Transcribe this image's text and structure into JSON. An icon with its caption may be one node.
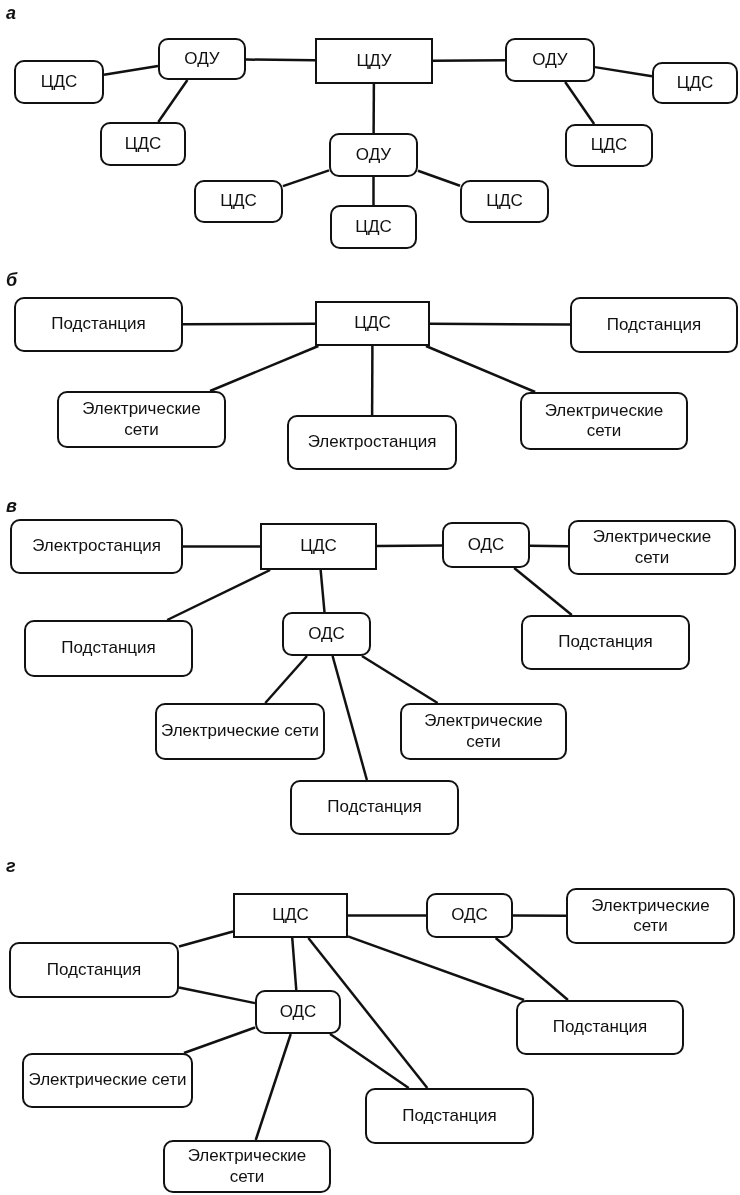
{
  "diagram": {
    "nodes": [
      {
        "text": [
          "ЦДУ"
        ]
      },
      {
        "text": [
          "ОДУ"
        ]
      },
      {
        "text": [
          "ЦДС"
        ]
      },
      {
        "text": [
          "ЦДС"
        ]
      },
      {
        "text": [
          "ОДУ"
        ]
      },
      {
        "text": [
          "ЦДС"
        ]
      },
      {
        "text": [
          "ЦДС"
        ]
      },
      {
        "text": [
          "ОДУ"
        ]
      },
      {
        "text": [
          "ЦДС"
        ]
      },
      {
        "text": [
          "ЦДС"
        ]
      },
      {
        "text": [
          "ЦДС"
        ]
      },
      {
        "text": [
          "ЦДС"
        ]
      },
      {
        "text": [
          "Подстанция"
        ]
      },
      {
        "text": [
          "Подстанция"
        ]
      },
      {
        "text": [
          "Электрические сети"
        ]
      },
      {
        "text": [
          "Электростанция"
        ]
      },
      {
        "text": [
          "Электрические сети"
        ]
      },
      {
        "text": [
          "ЦДС"
        ]
      },
      {
        "text": [
          "Электростанция"
        ]
      },
      {
        "text": [
          "ОДС"
        ]
      },
      {
        "text": [
          "Электрические сети"
        ]
      },
      {
        "text": [
          "Подстанция"
        ]
      },
      {
        "text": [
          "ОДС"
        ]
      },
      {
        "text": [
          "Подстанция"
        ]
      },
      {
        "text": [
          "Электрические сети"
        ]
      },
      {
        "text": [
          "Электрические сети"
        ]
      },
      {
        "text": [
          "Подстанция"
        ]
      },
      {
        "text": [
          "ЦДС"
        ]
      },
      {
        "text": [
          "ОДС"
        ]
      },
      {
        "text": [
          "Электрические сети"
        ]
      },
      {
        "text": [
          "Подстанция"
        ]
      },
      {
        "text": [
          "ОДС"
        ]
      },
      {
        "text": [
          "Подстанция"
        ]
      },
      {
        "text": [
          "Электрические сети"
        ]
      },
      {
        "text": [
          "Подстанция"
        ]
      },
      {
        "text": [
          "Электрические сети"
        ]
      }
    ],
    "edges": [
      {
        "from": 0,
        "to": 1,
        "arrow": "none"
      },
      {
        "from": 1,
        "to": 2,
        "arrow": "none"
      },
      {
        "from": 1,
        "to": 3,
        "arrow": "none"
      },
      {
        "from": 0,
        "to": 4,
        "arrow": "none"
      },
      {
        "from": 4,
        "to": 5,
        "arrow": "none"
      },
      {
        "from": 4,
        "to": 6,
        "arrow": "none"
      },
      {
        "from": 0,
        "to": 7,
        "arrow": "none"
      },
      {
        "from": 7,
        "to": 8,
        "arrow": "none"
      },
      {
        "from": 7,
        "to": 9,
        "arrow": "none"
      },
      {
        "from": 7,
        "to": 10,
        "arrow": "none"
      },
      {
        "from": 11,
        "to": 12,
        "arrow": "none"
      },
      {
        "from": 11,
        "to": 13,
        "arrow": "none"
      },
      {
        "from": 11,
        "to": 14,
        "arrow": "none"
      },
      {
        "from": 11,
        "to": 15,
        "arrow": "none"
      },
      {
        "from": 11,
        "to": 16,
        "arrow": "none"
      },
      {
        "from": 17,
        "to": 18,
        "arrow": "none"
      },
      {
        "from": 17,
        "to": 19,
        "arrow": "none"
      },
      {
        "from": 19,
        "to": 20,
        "arrow": "none"
      },
      {
        "from": 19,
        "to": 23,
        "arrow": "none"
      },
      {
        "from": 17,
        "to": 21,
        "arrow": "none"
      },
      {
        "from": 17,
        "to": 22,
        "arrow": "none"
      },
      {
        "from": 22,
        "to": 24,
        "arrow": "none"
      },
      {
        "from": 22,
        "to": 25,
        "arrow": "none"
      },
      {
        "from": 22,
        "to": 26,
        "arrow": "none"
      },
      {
        "from": 27,
        "to": 30,
        "arrow": "none"
      },
      {
        "from": 27,
        "to": 28,
        "arrow": "none"
      },
      {
        "from": 28,
        "to": 29,
        "arrow": "none"
      },
      {
        "from": 28,
        "to": 32,
        "arrow": "none"
      },
      {
        "from": 27,
        "to": 31,
        "arrow": "none"
      },
      {
        "from": 27,
        "to": 32,
        "arrow": "none"
      },
      {
        "from": 27,
        "to": 34,
        "arrow": "none"
      },
      {
        "from": 30,
        "to": 31,
        "arrow": "none"
      },
      {
        "from": 31,
        "to": 33,
        "arrow": "none"
      },
      {
        "from": 31,
        "to": 35,
        "arrow": "none"
      },
      {
        "from": 31,
        "to": 34,
        "arrow": "none"
      }
    ],
    "labels": [
      "а",
      "б",
      "в",
      "г"
    ]
  }
}
